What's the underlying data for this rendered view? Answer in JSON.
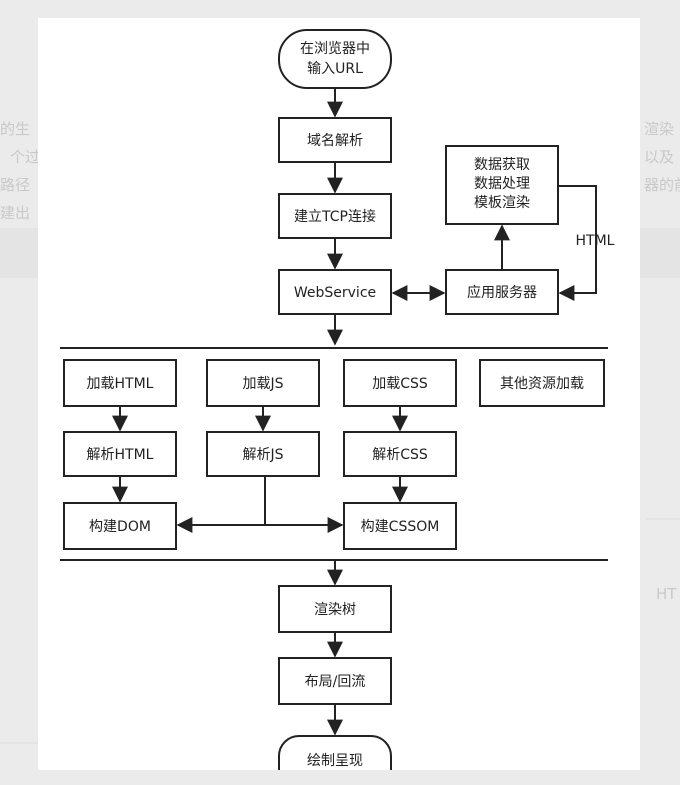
{
  "background": {
    "left_lines": [
      "的生",
      "个过",
      "路径",
      "建出"
    ],
    "right_lines": [
      "渲染",
      "以及",
      "器的前"
    ],
    "right_snippet": "HT"
  },
  "nodes": {
    "start": "在浏览器中\n输入URL",
    "dns": "域名解析",
    "tcp": "建立TCP连接",
    "webservice": "WebService",
    "app_server": "应用服务器",
    "data_box": "数据获取\n数据处理\n模板渲染",
    "load_html": "加载HTML",
    "load_js": "加载JS",
    "load_css": "加载CSS",
    "load_other": "其他资源加载",
    "parse_html": "解析HTML",
    "parse_js": "解析JS",
    "parse_css": "解析CSS",
    "build_dom": "构建DOM",
    "build_cssom": "构建CSSOM",
    "render_tree": "渲染树",
    "layout": "布局/回流",
    "paint": "绘制呈现"
  },
  "edge_labels": {
    "html_return": "HTML"
  },
  "colors": {
    "stroke": "#222222",
    "text": "#222222",
    "sheet": "#ffffff",
    "backdrop": "#ebebeb"
  }
}
